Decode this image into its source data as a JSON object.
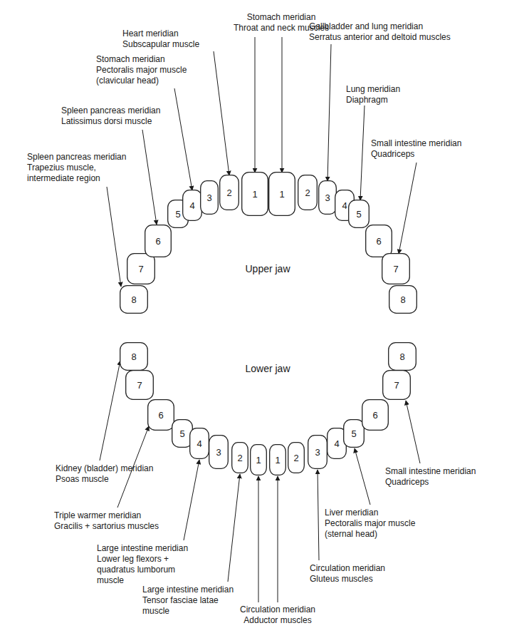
{
  "diagram": {
    "nodes": [
      {
        "text": [
          "8"
        ]
      },
      {
        "text": [
          "7"
        ]
      },
      {
        "text": [
          "6"
        ]
      },
      {
        "text": [
          "5"
        ]
      },
      {
        "text": [
          "4"
        ]
      },
      {
        "text": [
          "3"
        ]
      },
      {
        "text": [
          "2"
        ]
      },
      {
        "text": [
          "1"
        ]
      },
      {
        "text": [
          "1"
        ]
      },
      {
        "text": [
          "2"
        ]
      },
      {
        "text": [
          "3"
        ]
      },
      {
        "text": [
          "4"
        ]
      },
      {
        "text": [
          "5"
        ]
      },
      {
        "text": [
          "6"
        ]
      },
      {
        "text": [
          "7"
        ]
      },
      {
        "text": [
          "8"
        ]
      },
      {
        "text": [
          "8"
        ]
      },
      {
        "text": [
          "7"
        ]
      },
      {
        "text": [
          "6"
        ]
      },
      {
        "text": [
          "5"
        ]
      },
      {
        "text": [
          "4"
        ]
      },
      {
        "text": [
          "3"
        ]
      },
      {
        "text": [
          "2"
        ]
      },
      {
        "text": [
          "1"
        ]
      },
      {
        "text": [
          "1"
        ]
      },
      {
        "text": [
          "2"
        ]
      },
      {
        "text": [
          "3"
        ]
      },
      {
        "text": [
          "4"
        ]
      },
      {
        "text": [
          "5"
        ]
      },
      {
        "text": [
          "6"
        ]
      },
      {
        "text": [
          "7"
        ]
      },
      {
        "text": [
          "8"
        ]
      }
    ],
    "labels": [
      "Stomach meridian",
      "Throat and neck muscles",
      "Heart meridian",
      "Subscapular muscle",
      "Stomach meridian",
      "Pectoralis major muscle (clavicular head)",
      "Spleen pancreas meridian",
      "Latissimus dorsi muscle",
      "Spleen pancreas meridian",
      "Trapezius muscle, intermediate region",
      "Gallbladder and lung meridian",
      "Serratus anterior and deltoid muscles",
      "Lung meridian",
      "Diaphragm",
      "Small intestine meridian",
      "Quadriceps",
      "Upper jaw",
      "Lower jaw",
      "Kidney (bladder) meridian",
      "Psoas muscle",
      "Triple warmer meridian",
      "Gracilis + sartorius muscles",
      "Large intestine meridian",
      "Lower leg flexors + quadratus lumborum muscle",
      "Large intestine meridian",
      "Tensor fasciae latae muscle",
      "Circulation meridian",
      "Adductor muscles",
      "Circulation meridian",
      "Gluteus muscles",
      "Liver meridian",
      "Pectoralis major muscle (sternal head)",
      "Small intestine meridian",
      "Quadriceps"
    ]
  }
}
